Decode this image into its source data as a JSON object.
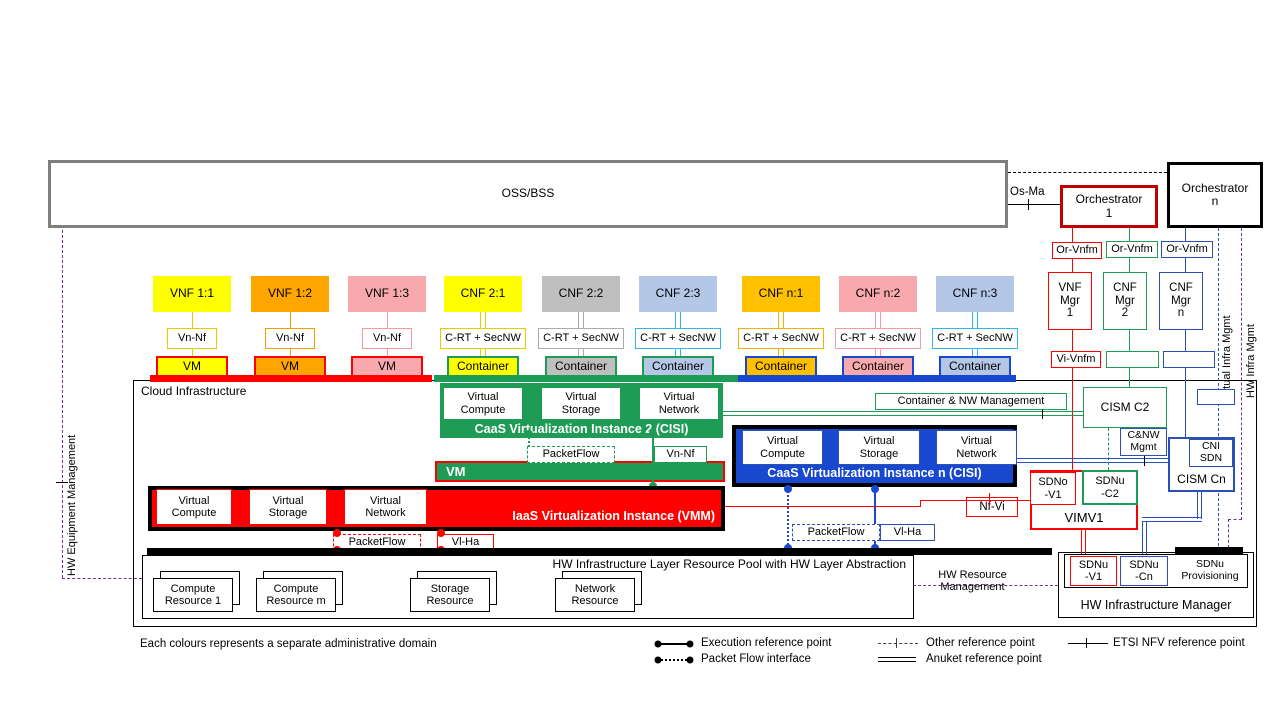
{
  "colors": {
    "red": "#FF0000",
    "dark_red": "#C00000",
    "green": "#1E9C55",
    "blue": "#1847D0",
    "blue_line": "#2B50B4",
    "purple": "#7030A0",
    "gray_border": "#7F7F7F"
  },
  "header": {
    "oss_bss": "OSS/BSS",
    "os_ma": "Os-Ma",
    "orchestrator_1": "Orchestrator\n1",
    "orchestrator_n": "Orchestrator\nn"
  },
  "management": {
    "or_vnfm": "Or-Vnfm",
    "vnf_mgr_1": "VNF\nMgr\n1",
    "cnf_mgr_2": "CNF\nMgr\n2",
    "cnf_mgr_n": "CNF\nMgr\nn",
    "vi_vnfm": "Vi-Vnfm",
    "virtual_infra_mgmt": "Virtual Infra Mgmt",
    "hw_infra_mgmt": "HW Infra Mgmt",
    "hw_equipment_mgmt": "HW Equipment Management",
    "hw_resource_mgmt": "HW Resource\nManagement"
  },
  "columns": [
    {
      "label": "VNF 1:1",
      "interface": "Vn-Nf",
      "unit": "VM",
      "fill": "#FFFF00",
      "line": "#E3CF00",
      "unit_border": "#FF0000"
    },
    {
      "label": "VNF 1:2",
      "interface": "Vn-Nf",
      "unit": "VM",
      "fill": "#FFA500",
      "line": "#F59E00",
      "unit_border": "#FF0000"
    },
    {
      "label": "VNF 1:3",
      "interface": "Vn-Nf",
      "unit": "VM",
      "fill": "#F8A9AD",
      "line": "#F29CA1",
      "unit_border": "#FF0000"
    },
    {
      "label": "CNF 2:1",
      "interface": "C-RT + SecNW",
      "unit": "Container",
      "fill": "#FFFF00",
      "line": "#E3CF00",
      "unit_border": "#1E9C55"
    },
    {
      "label": "CNF 2:2",
      "interface": "C-RT + SecNW",
      "unit": "Container",
      "fill": "#BFBFBF",
      "line": "#ABABAB",
      "unit_border": "#1E9C55"
    },
    {
      "label": "CNF 2:3",
      "interface": "C-RT + SecNW",
      "unit": "Container",
      "fill": "#B4C7E7",
      "line": "#31B6EA",
      "unit_border": "#1E9C55"
    },
    {
      "label": "CNF n:1",
      "interface": "C-RT + SecNW",
      "unit": "Container",
      "fill": "#FFC000",
      "line": "#EFB300",
      "unit_border": "#1847D0"
    },
    {
      "label": "CNF n:2",
      "interface": "C-RT + SecNW",
      "unit": "Container",
      "fill": "#F8A9AD",
      "line": "#F29CA1",
      "unit_border": "#1847D0"
    },
    {
      "label": "CNF n:3",
      "interface": "C-RT + SecNW",
      "unit": "Container",
      "fill": "#B4C7E7",
      "line": "#31B6EA",
      "unit_border": "#1847D0"
    }
  ],
  "cloud": {
    "title": "Cloud  Infrastructure",
    "virtual_compute": "Virtual\nCompute",
    "virtual_storage": "Virtual\nStorage",
    "virtual_network": "Virtual\nNetwork",
    "caas2_label": "CaaS Virtualization Instance 2 (CISI)",
    "caasn_label": "CaaS Virtualization Instance n (CISI)",
    "vm_label": "VM",
    "iaas_label": "IaaS Virtualization Instance (VMM)",
    "packetflow": "PacketFlow",
    "vn_nf": "Vn-Nf",
    "vl_ha": "Vl-Ha",
    "container_nw_mgmt": "Container & NW  Management",
    "cism_c2": "CISM C2",
    "cnw_mgmt": "C&NW\nMgmt",
    "cism_cn": "CISM Cn",
    "cni_sdn": "CNI\nSDN",
    "nf_vi": "Nf-Vi",
    "sdno_v1": "SDNo\n-V1",
    "sdnu_c2": "SDNu\n-C2",
    "vimv1": "VIMV1"
  },
  "hw": {
    "pool_label": "HW Infrastructure Layer Resource Pool with HW Layer Abstraction",
    "resources": [
      "Compute\nResource 1",
      "Compute\nResource m",
      "Storage\nResource",
      "Network\nResource"
    ],
    "sdnu_v1": "SDNu\n-V1",
    "sdnu_cn": "SDNu\n-Cn",
    "sdnu_provisioning": "SDNu\nProvisioning",
    "hw_infrastructure_manager": "HW Infrastructure Manager"
  },
  "legend": {
    "note": "Each colours represents a separate administrative domain",
    "execution": "Execution reference point",
    "packet_flow": "Packet Flow interface",
    "other": "Other reference point",
    "anuket": "Anuket reference point",
    "etsi": "ETSI NFV reference point"
  }
}
